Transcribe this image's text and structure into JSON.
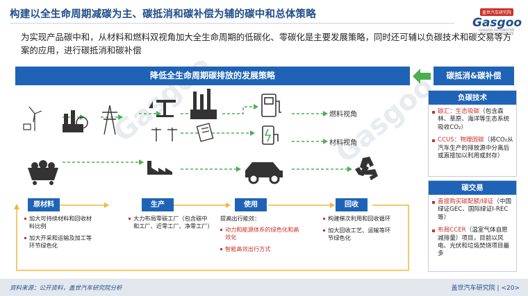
{
  "header": {
    "title": "构建以全生命周期减碳为主、碳抵消和碳补偿为辅的碳中和总体策略",
    "logo_cn": "盖世汽车研究院",
    "logo_en": "Gasgoo",
    "logo_sub": "GASGOO AUTOMOTIVE RESEARCH INSTITUTE"
  },
  "intro": "为实现产品碳中和，从材料和燃料双视角加大全生命周期的低碳化、零碳化是主要发展策略，同时还可辅以负碳技术和碳交易等方案的应用，进行碳抵消和碳补偿",
  "main_bar": "降低全生命周期碳排放的发展策略",
  "right_header": "碳抵消&碳补偿",
  "views": {
    "fuel": "燃料视角",
    "material": "材料视角"
  },
  "neg_carbon": {
    "title": "负碳技术",
    "item1_red": "碳汇：生态吸碳",
    "item1_rest": "（包含森林、草原、海洋等生态系统吸收CO₂）",
    "item2_red": "CCUS：物理固碳",
    "item2_rest": "（将CO₂从汽车生产的排放源中分离后或直接加以利用或封存）"
  },
  "carbon_trade": {
    "title": "碳交易",
    "item1_red": "直接购买碳配额/绿证",
    "item1_rest": "（中国绿证GEC、国际绿证I-REC等）",
    "item2_red": "布局CCER",
    "item2_rest": "（温室气体自愿减排量）项目，目前以风电、光伏和垃圾焚烧项目最多"
  },
  "stages": [
    {
      "label": "原材料",
      "items": [
        "加大可持续材料和回收材料比例",
        "加大开采和运输及加工等环节绿色化"
      ]
    },
    {
      "label": "生产",
      "items": [
        "大力布局零碳工厂（包含碳中和工厂、近零工厂、净零工厂）"
      ]
    },
    {
      "label": "使用",
      "lead": "提高出行能效：",
      "items": [
        "动力和能源体系的绿色化和高效化",
        "智能高效出行方式"
      ]
    },
    {
      "label": "回收",
      "items": [
        "构建梯次利用和回收循环",
        "加大回收工艺、运输等环节绿色化"
      ]
    }
  ],
  "footer": {
    "source": "资料来源：公开资料，盖世汽车研究院分析",
    "org": "盖世汽车研究院",
    "page": "<20>"
  },
  "colors": {
    "primary": "#1f63b6",
    "accent_red": "#c9322a",
    "flow_green": "#4caf50",
    "box_border": "#f0b73a"
  },
  "icons": [
    "windmill-icon",
    "factory-icon",
    "power-tower-icon",
    "oil-pump-icon",
    "chimney-icon",
    "fuel-pump-icon",
    "ev-charger-icon",
    "power-pole-icon",
    "document-icon",
    "coal-cart-icon",
    "car-icon",
    "recycle-icon"
  ]
}
